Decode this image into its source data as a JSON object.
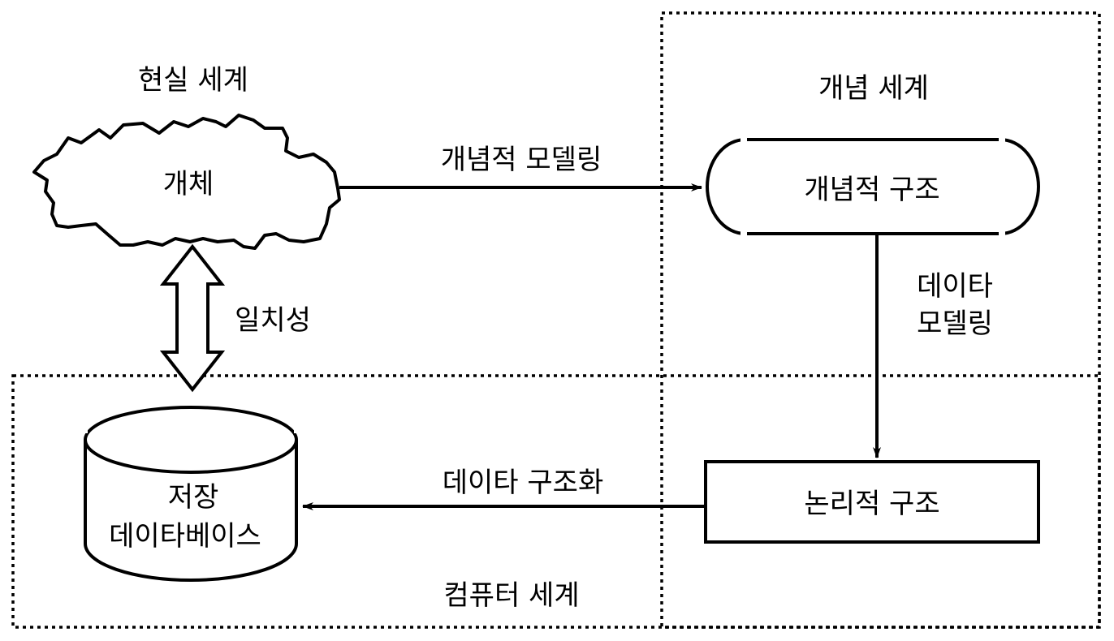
{
  "regions": {
    "real_world": "현실 세계",
    "concept_world": "개념 세계",
    "computer_world": "컴퓨터 세계"
  },
  "nodes": {
    "entity": "개체",
    "conceptual_structure": "개념적 구조",
    "logical_structure": "논리적 구조",
    "database_line1": "저장",
    "database_line2": "데이타베이스"
  },
  "edges": {
    "conceptual_modeling": "개념적 모델링",
    "data_modeling_line1": "데이타",
    "data_modeling_line2": "모델링",
    "data_structuring": "데이타 구조화",
    "consistency": "일치성"
  }
}
